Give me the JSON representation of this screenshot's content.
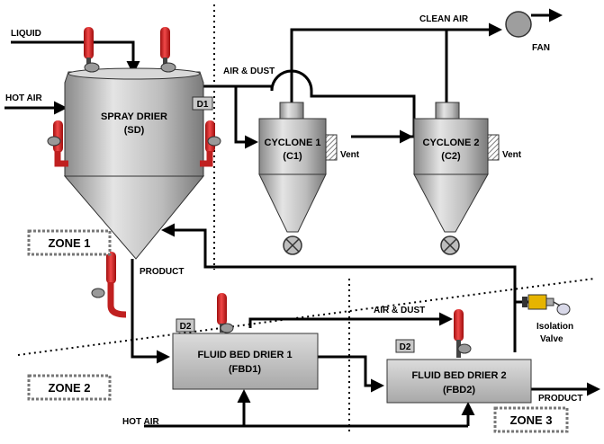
{
  "labels": {
    "liquid": "LIQUID",
    "hot_air_top": "HOT AIR",
    "hot_air_bottom": "HOT AIR",
    "clean_air": "CLEAN AIR",
    "fan": "FAN",
    "air_dust_top": "AIR & DUST",
    "air_dust_mid": "AIR & DUST",
    "product_mid": "PRODUCT",
    "product_out": "PRODUCT",
    "isolation_valve_1": "Isolation",
    "isolation_valve_2": "Valve",
    "vent_1": "Vent",
    "vent_2": "Vent"
  },
  "equipment": {
    "spray_drier": {
      "name": "SPRAY DRIER",
      "code": "(SD)",
      "tag": "D1"
    },
    "cyclone_1": {
      "name": "CYCLONE 1",
      "code": "(C1)"
    },
    "cyclone_2": {
      "name": "CYCLONE 2",
      "code": "(C2)"
    },
    "fbd1": {
      "name": "FLUID BED DRIER 1",
      "code": "(FBD1)",
      "tag": "D2"
    },
    "fbd2": {
      "name": "FLUID BED DRIER 2",
      "code": "(FBD2)",
      "tag": "D2"
    }
  },
  "zones": {
    "zone1": "ZONE 1",
    "zone2": "ZONE 2",
    "zone3": "ZONE 3"
  },
  "colors": {
    "vessel_fill": "#bdbdbd",
    "vessel_light": "#e6e6e6",
    "suppressor_red": "#d42020",
    "line": "#000000"
  }
}
